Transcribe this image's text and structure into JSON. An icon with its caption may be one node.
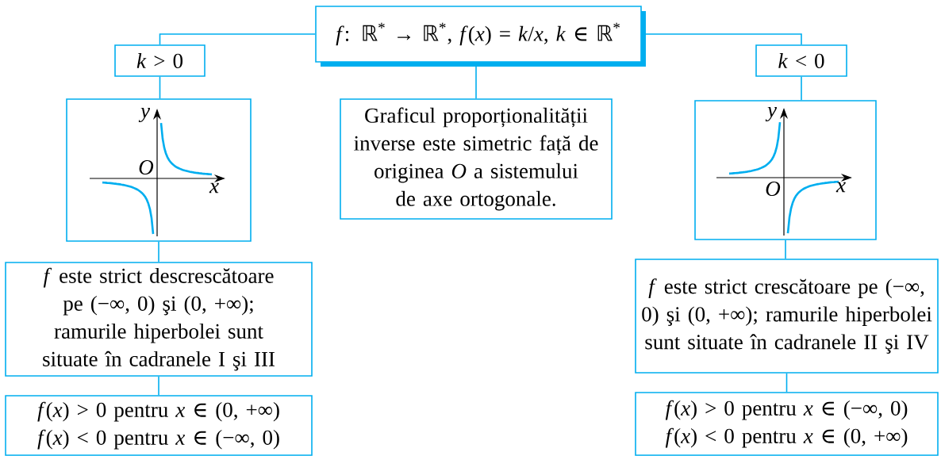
{
  "diagram": {
    "nodes": [
      {
        "text": [
          "*f*: ℝ$^{*}$ → ℝ$^{*}$, *f*(*x*) = *k*/*x*, *k* ∈ ℝ$^{*}$"
        ]
      },
      {
        "text": [
          "*k* > 0"
        ]
      },
      {
        "text": [
          "*k* < 0"
        ]
      },
      {
        "text": [
          "y",
          "O",
          "x"
        ]
      },
      {
        "text": [
          "Graficul proporționalității inverse este simetric față de originea *O* a sistemului de axe ortogonale."
        ]
      },
      {
        "text": [
          "y",
          "O",
          "x"
        ]
      },
      {
        "text": [
          "*f* este strict descrescătoare pe (−∞, 0) şi (0, +∞); ramurile hiperbolei sunt situate în cadranele I şi III"
        ]
      },
      {
        "text": [
          "*f* este strict crescătoare pe (−∞, 0) şi (0, +∞); ramurile hiperbolei sunt situate în cadranele II şi IV"
        ]
      },
      {
        "text": [
          "*f*(*x*) > 0 pentru *x* ∈ (0, +∞)",
          "*f*(*x*) < 0 pentru *x* ∈ (−∞, 0)"
        ]
      },
      {
        "text": [
          "*f*(*x*) > 0 pentru *x* ∈ (−∞, 0)",
          "*f*(*x*) < 0 pentru *x* ∈ (0, +∞)"
        ]
      }
    ],
    "edges": [
      {
        "from": 0,
        "to": 1,
        "arrow": "none"
      },
      {
        "from": 0,
        "to": 2,
        "arrow": "none"
      },
      {
        "from": 0,
        "to": 4,
        "arrow": "none"
      },
      {
        "from": 1,
        "to": 3,
        "arrow": "none"
      },
      {
        "from": 2,
        "to": 5,
        "arrow": "none"
      },
      {
        "from": 3,
        "to": 6,
        "arrow": "none"
      },
      {
        "from": 5,
        "to": 7,
        "arrow": "none"
      },
      {
        "from": 6,
        "to": 8,
        "arrow": "none"
      },
      {
        "from": 7,
        "to": 9,
        "arrow": "none"
      }
    ]
  }
}
